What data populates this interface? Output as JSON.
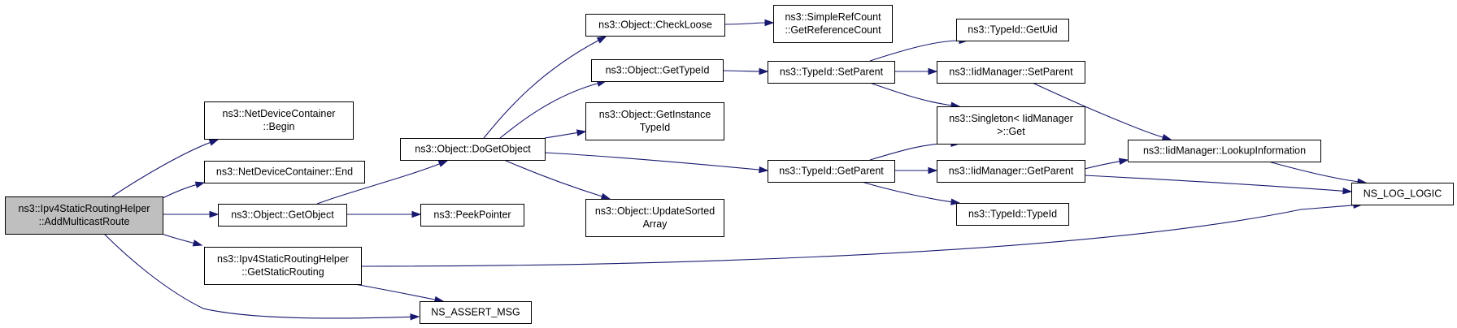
{
  "graph": {
    "nodes": {
      "add_multicast_route": [
        "ns3::Ipv4StaticRoutingHelper",
        "::AddMulticastRoute"
      ],
      "ndc_begin": [
        "ns3::NetDeviceContainer",
        "::Begin"
      ],
      "ndc_end": [
        "ns3::NetDeviceContainer::End"
      ],
      "object_getobject": [
        "ns3::Object::GetObject"
      ],
      "get_static_routing": [
        "ns3::Ipv4StaticRoutingHelper",
        "::GetStaticRouting"
      ],
      "ns_assert_msg": [
        "NS_ASSERT_MSG"
      ],
      "do_get_object": [
        "ns3::Object::DoGetObject"
      ],
      "peek_pointer": [
        "ns3::PeekPointer"
      ],
      "check_loose": [
        "ns3::Object::CheckLoose"
      ],
      "get_type_id": [
        "ns3::Object::GetTypeId"
      ],
      "get_instance_type_id": [
        "ns3::Object::GetInstance",
        "TypeId"
      ],
      "update_sorted_array": [
        "ns3::Object::UpdateSorted",
        "Array"
      ],
      "get_reference_count": [
        "ns3::SimpleRefCount",
        "::GetReferenceCount"
      ],
      "typeid_setparent": [
        "ns3::TypeId::SetParent"
      ],
      "typeid_getparent": [
        "ns3::TypeId::GetParent"
      ],
      "typeid_getuid": [
        "ns3::TypeId::GetUid"
      ],
      "iid_setparent": [
        "ns3::IidManager::SetParent"
      ],
      "singleton_get": [
        "ns3::Singleton< IidManager",
        " >::Get"
      ],
      "iid_getparent": [
        "ns3::IidManager::GetParent"
      ],
      "typeid_typeid": [
        "ns3::TypeId::TypeId"
      ],
      "iid_lookup": [
        "ns3::IidManager::LookupInformation"
      ],
      "ns_log_logic": [
        "NS_LOG_LOGIC"
      ]
    },
    "edges": [
      [
        "add_multicast_route",
        "ndc_begin"
      ],
      [
        "add_multicast_route",
        "ndc_end"
      ],
      [
        "add_multicast_route",
        "object_getobject"
      ],
      [
        "add_multicast_route",
        "get_static_routing"
      ],
      [
        "add_multicast_route",
        "ns_assert_msg"
      ],
      [
        "object_getobject",
        "do_get_object"
      ],
      [
        "object_getobject",
        "peek_pointer"
      ],
      [
        "get_static_routing",
        "ns_assert_msg"
      ],
      [
        "get_static_routing",
        "ns_log_logic"
      ],
      [
        "do_get_object",
        "check_loose"
      ],
      [
        "do_get_object",
        "get_type_id"
      ],
      [
        "do_get_object",
        "get_instance_type_id"
      ],
      [
        "do_get_object",
        "update_sorted_array"
      ],
      [
        "do_get_object",
        "typeid_getparent"
      ],
      [
        "check_loose",
        "get_reference_count"
      ],
      [
        "get_type_id",
        "typeid_setparent"
      ],
      [
        "typeid_setparent",
        "typeid_getuid"
      ],
      [
        "typeid_setparent",
        "iid_setparent"
      ],
      [
        "typeid_setparent",
        "singleton_get"
      ],
      [
        "typeid_getparent",
        "singleton_get"
      ],
      [
        "typeid_getparent",
        "iid_getparent"
      ],
      [
        "typeid_getparent",
        "typeid_typeid"
      ],
      [
        "iid_setparent",
        "iid_lookup"
      ],
      [
        "iid_getparent",
        "iid_lookup"
      ],
      [
        "iid_getparent",
        "ns_log_logic"
      ],
      [
        "iid_lookup",
        "ns_log_logic"
      ]
    ]
  },
  "colors": {
    "edge": "#191970",
    "root_fill": "#bfbfbf",
    "node_fill": "#ffffff",
    "node_border": "#000000"
  }
}
